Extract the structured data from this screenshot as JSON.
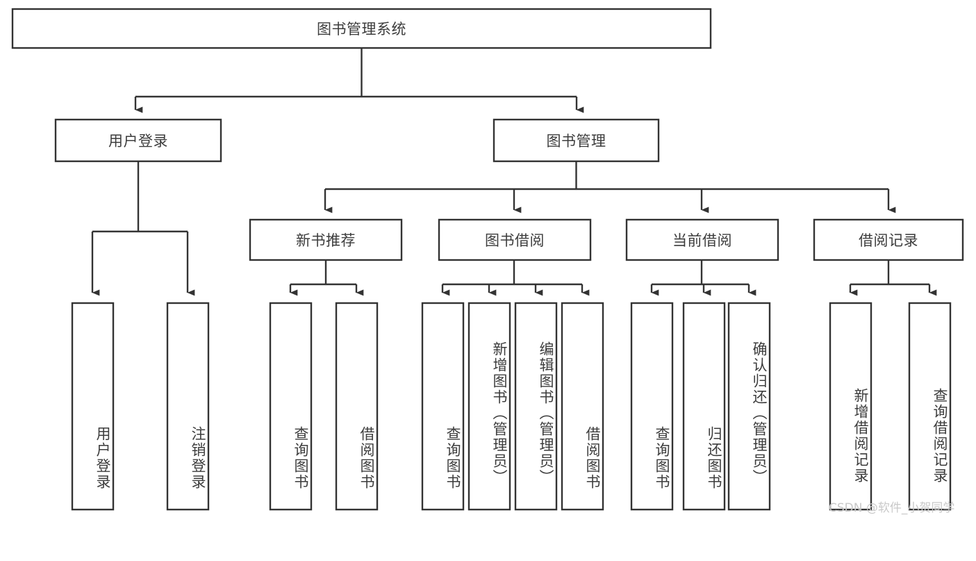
{
  "diagram": {
    "type": "tree-hierarchy-chart",
    "title": "图书管理系统",
    "levels": {
      "root": {
        "label": "图书管理系统"
      },
      "level1": [
        {
          "id": "user-login",
          "label": "用户登录"
        },
        {
          "id": "book-manage",
          "label": "图书管理"
        }
      ],
      "level2": [
        {
          "id": "new-book-recommend",
          "label": "新书推荐",
          "parent": "book-manage"
        },
        {
          "id": "book-borrow",
          "label": "图书借阅",
          "parent": "book-manage"
        },
        {
          "id": "current-borrow",
          "label": "当前借阅",
          "parent": "book-manage"
        },
        {
          "id": "borrow-record",
          "label": "借阅记录",
          "parent": "book-manage"
        }
      ],
      "leaves": [
        {
          "id": "leaf-user-login",
          "label": "用户登录",
          "parent": "user-login"
        },
        {
          "id": "leaf-logout",
          "label": "注销登录",
          "parent": "user-login"
        },
        {
          "id": "leaf-query-book-1",
          "label": "查询图书",
          "parent": "new-book-recommend"
        },
        {
          "id": "leaf-borrow-book-1",
          "label": "借阅图书",
          "parent": "new-book-recommend"
        },
        {
          "id": "leaf-query-book-2",
          "label": "查询图书",
          "parent": "book-borrow"
        },
        {
          "id": "leaf-add-book",
          "label": "新增图书（管理员）",
          "parent": "book-borrow"
        },
        {
          "id": "leaf-edit-book",
          "label": "编辑图书（管理员）",
          "parent": "book-borrow"
        },
        {
          "id": "leaf-borrow-book-2",
          "label": "借阅图书",
          "parent": "book-borrow"
        },
        {
          "id": "leaf-query-book-3",
          "label": "查询图书",
          "parent": "current-borrow"
        },
        {
          "id": "leaf-return-book",
          "label": "归还图书",
          "parent": "current-borrow"
        },
        {
          "id": "leaf-confirm-return",
          "label": "确认归还（管理员）",
          "parent": "current-borrow"
        },
        {
          "id": "leaf-add-record",
          "label": "新增借阅记录",
          "parent": "borrow-record"
        },
        {
          "id": "leaf-query-record",
          "label": "查询借阅记录",
          "parent": "borrow-record"
        }
      ]
    },
    "colors": {
      "stroke": "#333333",
      "fill": "#ffffff",
      "text": "#3c3c3c",
      "watermark": "#c9c9c9"
    }
  },
  "watermark": {
    "text": "CSDN @软件_小贺同学"
  }
}
